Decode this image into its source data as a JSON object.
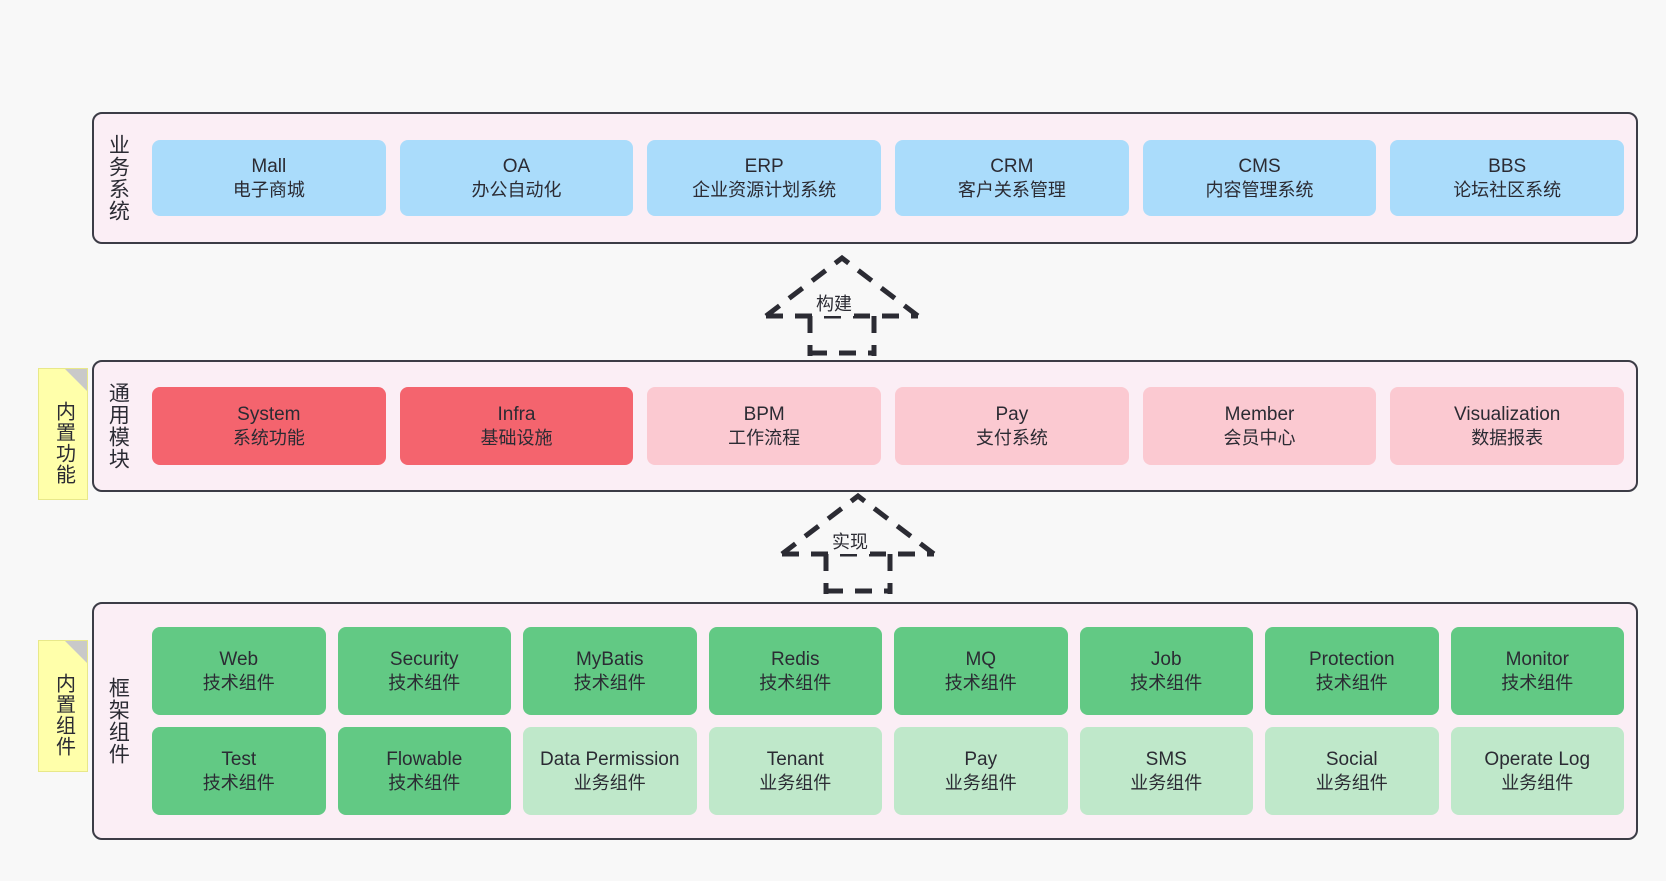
{
  "diagram": {
    "layers": [
      {
        "key": "business",
        "title": "业务系统",
        "items": [
          {
            "en": "Mall",
            "cn": "电子商城"
          },
          {
            "en": "OA",
            "cn": "办公自动化"
          },
          {
            "en": "ERP",
            "cn": "企业资源计划系统"
          },
          {
            "en": "CRM",
            "cn": "客户关系管理"
          },
          {
            "en": "CMS",
            "cn": "内容管理系统"
          },
          {
            "en": "BBS",
            "cn": "论坛社区系统"
          }
        ]
      },
      {
        "key": "modules",
        "title": "通用模块",
        "sticky": "内置功能",
        "items": [
          {
            "en": "System",
            "cn": "系统功能"
          },
          {
            "en": "Infra",
            "cn": "基础设施"
          },
          {
            "en": "BPM",
            "cn": "工作流程"
          },
          {
            "en": "Pay",
            "cn": "支付系统"
          },
          {
            "en": "Member",
            "cn": "会员中心"
          },
          {
            "en": "Visualization",
            "cn": "数据报表"
          }
        ]
      },
      {
        "key": "framework",
        "title": "框架组件",
        "sticky": "内置组件",
        "row1": [
          {
            "en": "Web",
            "cn": "技术组件"
          },
          {
            "en": "Security",
            "cn": "技术组件"
          },
          {
            "en": "MyBatis",
            "cn": "技术组件"
          },
          {
            "en": "Redis",
            "cn": "技术组件"
          },
          {
            "en": "MQ",
            "cn": "技术组件"
          },
          {
            "en": "Job",
            "cn": "技术组件"
          },
          {
            "en": "Protection",
            "cn": "技术组件"
          },
          {
            "en": "Monitor",
            "cn": "技术组件"
          }
        ],
        "row2": [
          {
            "en": "Test",
            "cn": "技术组件"
          },
          {
            "en": "Flowable",
            "cn": "技术组件"
          },
          {
            "en": "Data Permission",
            "cn": "业务组件"
          },
          {
            "en": "Tenant",
            "cn": "业务组件"
          },
          {
            "en": "Pay",
            "cn": "业务组件"
          },
          {
            "en": "SMS",
            "cn": "业务组件"
          },
          {
            "en": "Social",
            "cn": "业务组件"
          },
          {
            "en": "Operate Log",
            "cn": "业务组件"
          }
        ]
      }
    ],
    "connectors": [
      {
        "key": "build",
        "label": "构建"
      },
      {
        "key": "implement",
        "label": "实现"
      }
    ],
    "colors": {
      "business_card": "#aadcfb",
      "module_core": "#f4646e",
      "module_light": "#fbc9d1",
      "component_tech": "#62c984",
      "component_biz": "#bfe8ca",
      "layer_bg": "#fbeef5",
      "layer_border": "#3c3c46",
      "sticky_bg": "#ffffaa",
      "sticky_fold": "#c9c9c9",
      "canvas_bg": "#f8f8f8"
    }
  }
}
